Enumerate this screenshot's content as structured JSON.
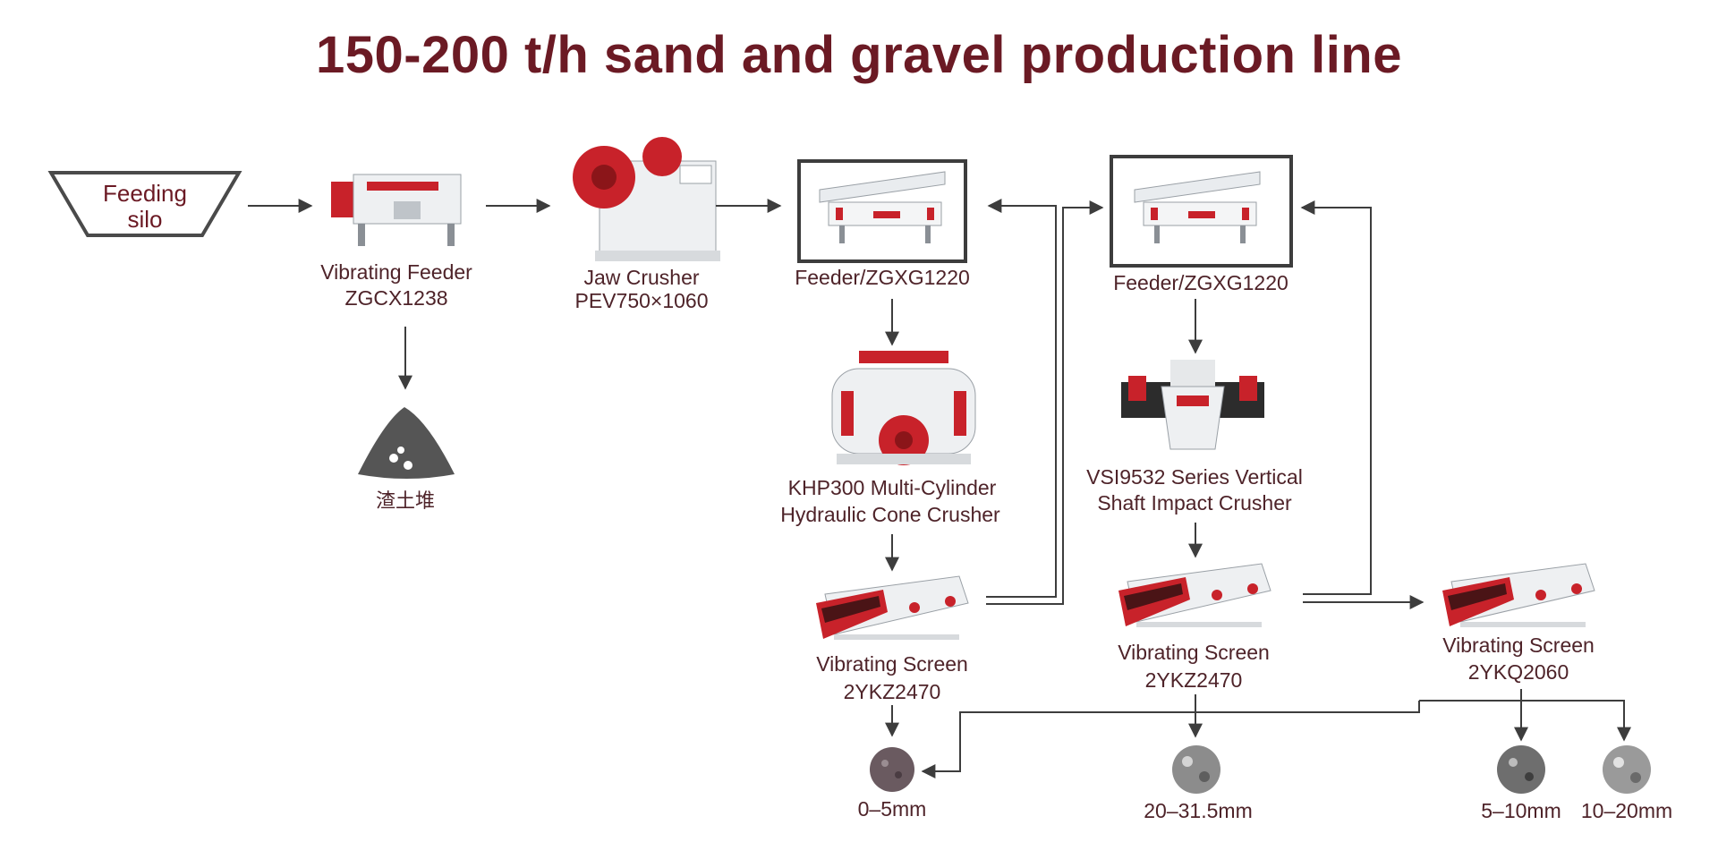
{
  "title": "150-200 t/h sand and gravel production line",
  "colors": {
    "title": "#6b1a24",
    "label": "#4e2329",
    "machine_red": "#c8222a",
    "machine_white": "#eef0f2",
    "line": "#3d3d3d"
  },
  "silo": {
    "line1": "Feeding",
    "line2": "silo"
  },
  "vibrating_feeder": {
    "name": "Vibrating Feeder",
    "model": "ZGCX1238"
  },
  "slag_pile": {
    "label": "渣土堆"
  },
  "jaw_crusher": {
    "name": "Jaw Crusher",
    "model": "PEV750×1060"
  },
  "feeder_1": {
    "label": "Feeder/ZGXG1220"
  },
  "feeder_2": {
    "label": "Feeder/ZGXG1220"
  },
  "cone_crusher": {
    "line1": "KHP300 Multi-Cylinder",
    "line2": "Hydraulic Cone Crusher"
  },
  "vsi_crusher": {
    "line1": "VSI9532 Series Vertical",
    "line2": "Shaft Impact Crusher"
  },
  "screen_1": {
    "name": "Vibrating Screen",
    "model": "2YKZ2470"
  },
  "screen_2": {
    "name": "Vibrating Screen",
    "model": "2YKZ2470"
  },
  "screen_3": {
    "name": "Vibrating Screen",
    "model": "2YKQ2060"
  },
  "products": [
    {
      "label": "0–5mm"
    },
    {
      "label": "20–31.5mm"
    },
    {
      "label": "5–10mm"
    },
    {
      "label": "10–20mm"
    }
  ]
}
